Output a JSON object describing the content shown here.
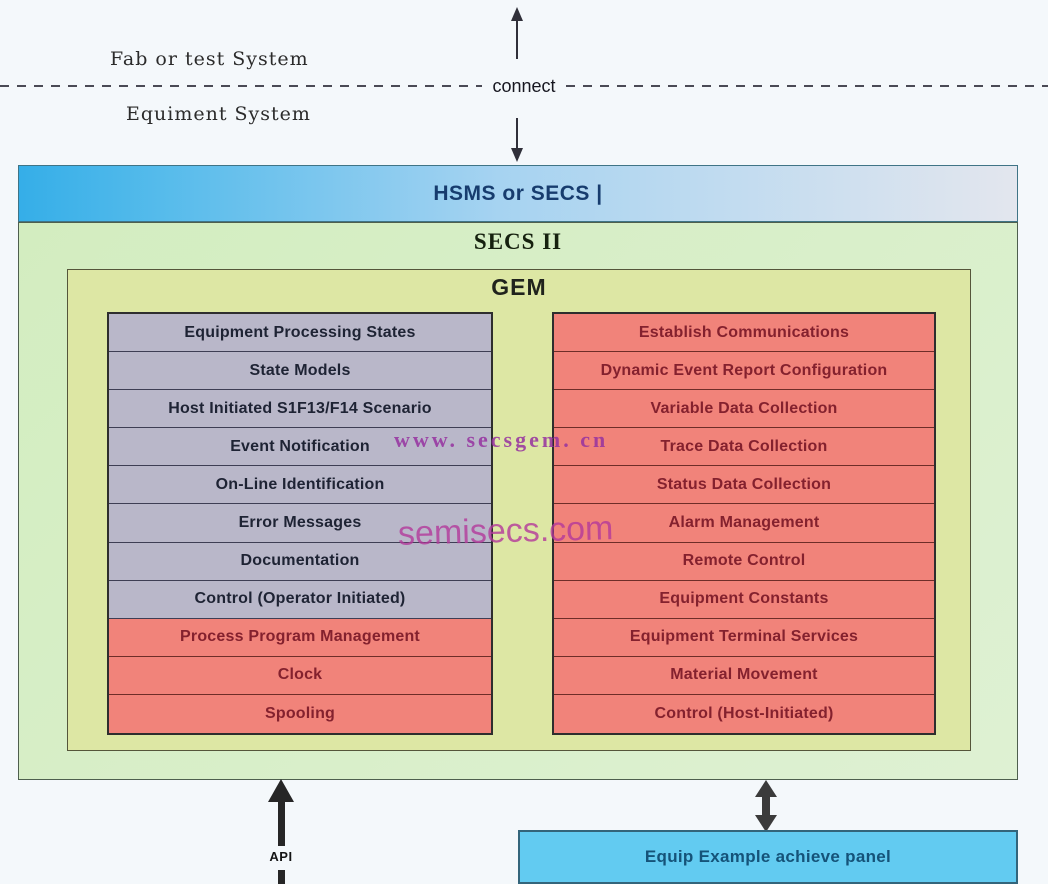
{
  "top": {
    "fab_label": "Fab or test System",
    "equipment_label": "Equiment System",
    "connect_label": "connect"
  },
  "layers": {
    "hsms": {
      "label": "HSMS or SECS |",
      "bg_left": "#35aee8",
      "bg_right": "#e3e6ee",
      "text_color": "#173c6e"
    },
    "secs2": {
      "label": "SECS II",
      "bg": "#d6eec5"
    },
    "gem": {
      "label": "GEM",
      "bg": "#dde7a4"
    }
  },
  "gem_capabilities": {
    "left_column": [
      {
        "label": "Equipment Processing States",
        "variant": "purple"
      },
      {
        "label": "State Models",
        "variant": "purple"
      },
      {
        "label": "Host Initiated S1F13/F14 Scenario",
        "variant": "purple"
      },
      {
        "label": "Event Notification",
        "variant": "purple"
      },
      {
        "label": "On-Line Identification",
        "variant": "purple"
      },
      {
        "label": "Error Messages",
        "variant": "purple"
      },
      {
        "label": "Documentation",
        "variant": "purple"
      },
      {
        "label": "Control (Operator Initiated)",
        "variant": "purple"
      },
      {
        "label": "Process Program Management",
        "variant": "red"
      },
      {
        "label": "Clock",
        "variant": "red"
      },
      {
        "label": "Spooling",
        "variant": "red"
      }
    ],
    "right_column": [
      {
        "label": "Establish Communications",
        "variant": "red"
      },
      {
        "label": "Dynamic Event Report Configuration",
        "variant": "red"
      },
      {
        "label": "Variable Data Collection",
        "variant": "red"
      },
      {
        "label": "Trace Data Collection",
        "variant": "red"
      },
      {
        "label": "Status Data Collection",
        "variant": "red"
      },
      {
        "label": "Alarm Management",
        "variant": "red"
      },
      {
        "label": "Remote Control",
        "variant": "red"
      },
      {
        "label": "Equipment Constants",
        "variant": "red"
      },
      {
        "label": "Equipment Terminal Services",
        "variant": "red"
      },
      {
        "label": "Material Movement",
        "variant": "red"
      },
      {
        "label": "Control (Host-Initiated)",
        "variant": "red"
      }
    ],
    "row_colors": {
      "purple_bg": "#b9b7c9",
      "purple_text": "#1e2334",
      "red_bg": "#f1837a",
      "red_text": "#84212e"
    }
  },
  "watermarks": {
    "secsgem": {
      "text": "www. secsgem. cn",
      "color": "#9632a0"
    },
    "semisecs": {
      "text": "semisecs.com",
      "color": "#b4399b"
    }
  },
  "bottom": {
    "api_label": "API",
    "panel_label": "Equip Example achieve panel",
    "panel_bg": "#62cbf1",
    "panel_text_color": "#155379"
  }
}
